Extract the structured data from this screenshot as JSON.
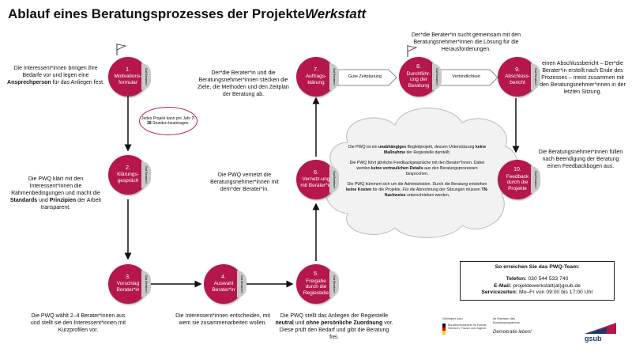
{
  "title": {
    "main": "Ablauf eines Beratungsprozesses der Projekte",
    "italic": "Werkstatt"
  },
  "badge_text": "Gut Beraten!",
  "steps": [
    {
      "num": "1.",
      "label": "Motivations-formular"
    },
    {
      "num": "2.",
      "label": "Klärungs-gespräch"
    },
    {
      "num": "3.",
      "label": "Vorschlag Berater*in"
    },
    {
      "num": "4.",
      "label": "Auswahl Berater*in"
    },
    {
      "num": "5.",
      "label": "Freigabe durch die Regiestelle"
    },
    {
      "num": "6.",
      "label": "Vernetz-ung mit Berater*in"
    },
    {
      "num": "7.",
      "label": "Auftrags-klärung"
    },
    {
      "num": "8.",
      "label": "Durchführ-ung der Beratung"
    },
    {
      "num": "9.",
      "label": "Abschluss-bericht"
    },
    {
      "num": "10.",
      "label": "Feedback durch die Projekte"
    }
  ],
  "connectors": {
    "c7_8": "Gute Zeitplanung",
    "c8_9": "Verbindlichkeit"
  },
  "descriptions": {
    "d1a": "Die Interessent*innen bringen ihre Bedarfe vor und legen eine",
    "d1b": "Ansprechperson",
    "d1c": "für das Anliegen fest.",
    "d2a": "Die PWQ klärt mit den Interessent*innen die Rahmenbedingungen und macht die",
    "d2b": "Standards",
    "d2c": "und",
    "d2d": "Prinzipien",
    "d2e": "der Arbeit transparent.",
    "d3": "Die PWQ wählt 2–4 Berater*innen aus und stellt sie den Interessent*innen mit Kurzprofilen vor.",
    "d4": "Die Interessent*innen entscheiden, mit wem sie zusammenarbeiten wollen.",
    "d5a": "Die PWQ stellt das Anliegen der Regiestelle",
    "d5b": "neutral",
    "d5c": "und",
    "d5d": "ohne persönliche Zuordnung",
    "d5e": "vor. Diese prüft den Bedarf und gibt die Beratung frei.",
    "d6": "Die PWQ vernetzt die Beratungsnehmer*innen mit dem*der Berater*in.",
    "d7": "Der*die Berater*in und die Beratungsnehmer*innen stecken die Ziele, die Methoden und den Zeitplan der Beratung ab.",
    "d8": "Der*die Berater*in sucht gemeinsam mit den Beratungsnehmer*innen die Lösung für die Herausforderungen.",
    "d9": "Der*die Berater*in erstellt nach Ende des Prozesses – meist zusammen mit den Beratungsnehmer*innen in der letzten Sitzung.",
    "d9b": "einen Abschlussbericht",
    "d10": "Die Beratungsnehmer*innen füllen nach Beendigung der Beratung einen Feedbackbogen aus."
  },
  "bubble": {
    "a": "Jedes Projekt kann pro Jahr",
    "b": "7-28",
    "c": "Stunden beantragen."
  },
  "cloud": {
    "p1a": "Die PWQ ist ein",
    "p1b": "unabhängiges",
    "p1c": "Begleitprojekt, dessen Unterstützung",
    "p1d": "keine Maßnahme",
    "p1e": "der Regiestelle darstellt.",
    "p2a": "Die PWQ führt jährliche Feedbackgespräche mit den Berater*innen. Dabei werden",
    "p2b": "keine vertraulichen Details",
    "p2c": "aus den Beratungsprozessen besprochen.",
    "p3a": "Die PWQ kümmert sich um die Administration. Durch die Beratung entstehen",
    "p3b": "keine Kosten",
    "p3c": "für die Projekte. Für die Abrechnung der Sitzungen müssen",
    "p3d": "TN-Nachweise",
    "p3e": "unterschrieben werden."
  },
  "contact": {
    "heading": "So erreichen Sie das PWQ-Team:",
    "phone_label": "Telefon:",
    "phone": "030 544 533 740",
    "email_label": "E-Mail:",
    "email": "projektewerkstatt(at)gsub.de",
    "hours_label": "Servicezeiten:",
    "hours": "Mo–Fr von 09:00 bis 17:00 Uhr"
  },
  "logos": {
    "funded": "Gefördert vom",
    "ministry": "Bundesministerium für Familie, Senioren, Frauen und Jugend",
    "framework": "im Rahmen des Bundesprogramms",
    "program": "Demokratie leben!",
    "gsub": "gsub"
  },
  "colors": {
    "accent": "#b5174d",
    "badge": "#c9c9c9"
  }
}
